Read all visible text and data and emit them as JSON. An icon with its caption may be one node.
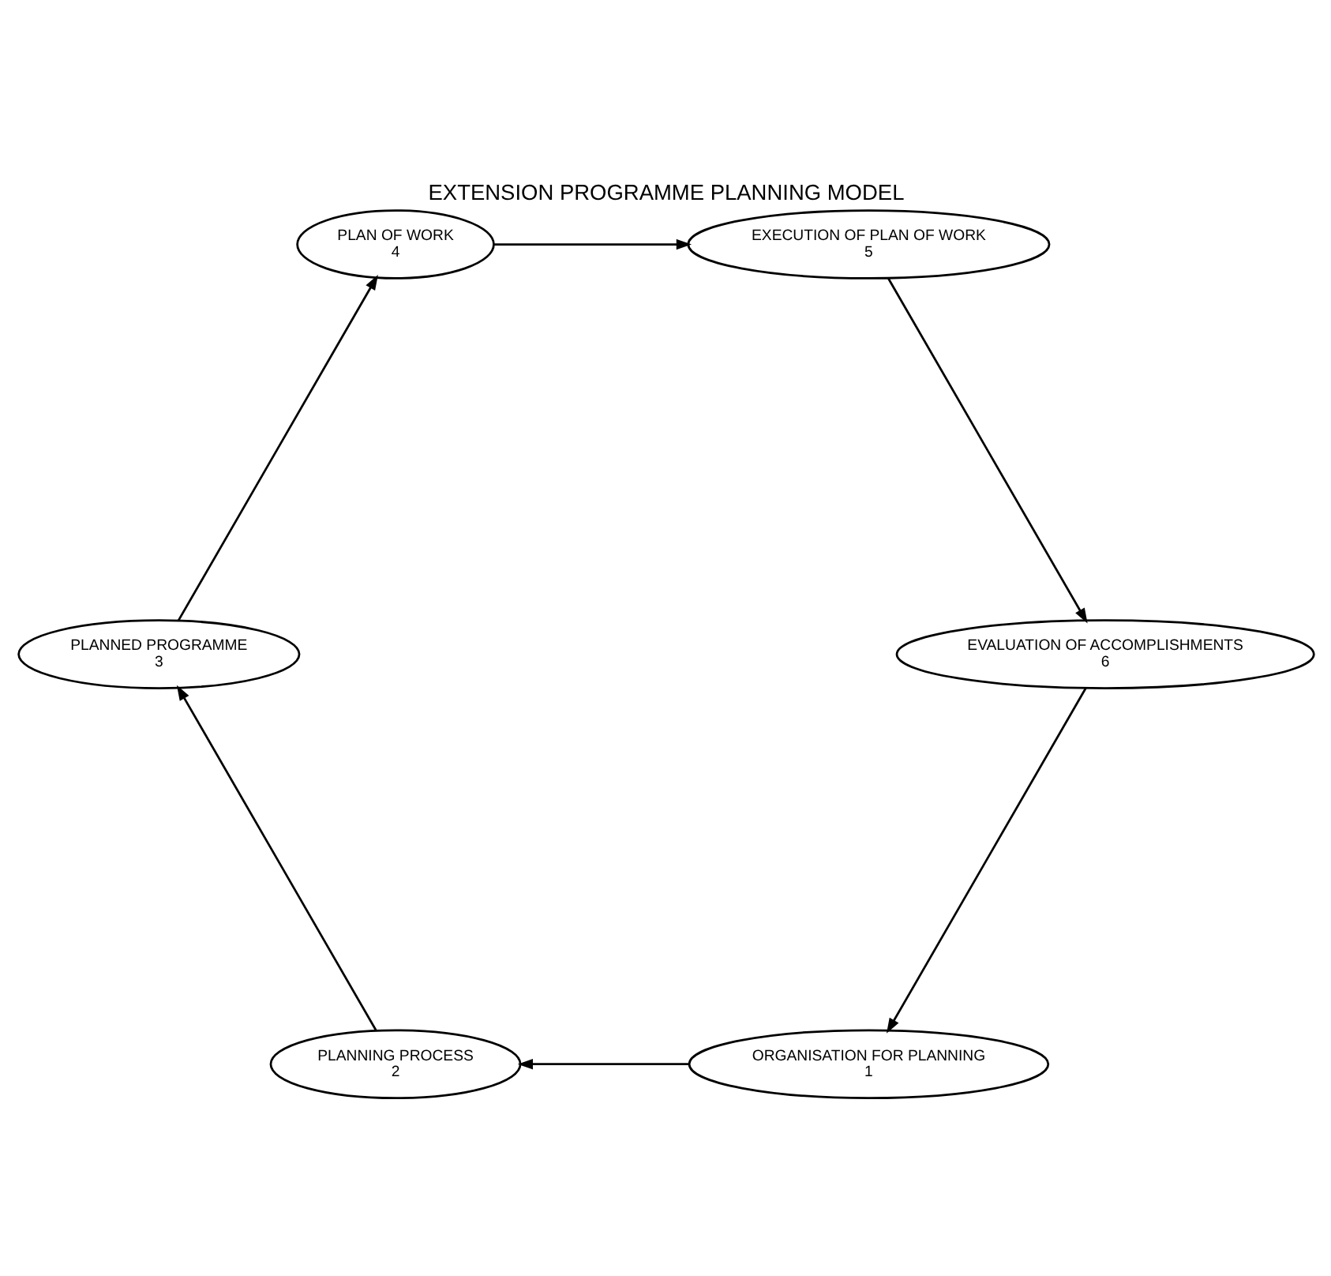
{
  "diagram": {
    "title": "EXTENSION PROGRAMME PLANNING MODEL",
    "nodes": [
      {
        "text": [
          "ORGANISATION FOR PLANNING",
          "1"
        ]
      },
      {
        "text": [
          "PLANNING PROCESS",
          "2"
        ]
      },
      {
        "text": [
          "PLANNED PROGRAMME",
          "3"
        ]
      },
      {
        "text": [
          "PLAN OF WORK",
          "4"
        ]
      },
      {
        "text": [
          "EXECUTION OF PLAN OF WORK",
          "5"
        ]
      },
      {
        "text": [
          "EVALUATION OF ACCOMPLISHMENTS",
          "6"
        ]
      }
    ],
    "edges": [
      {
        "from": 0,
        "to": 1,
        "arrow": "to"
      },
      {
        "from": 1,
        "to": 2,
        "arrow": "to"
      },
      {
        "from": 2,
        "to": 3,
        "arrow": "to"
      },
      {
        "from": 3,
        "to": 4,
        "arrow": "to"
      },
      {
        "from": 4,
        "to": 5,
        "arrow": "to"
      },
      {
        "from": 5,
        "to": 0,
        "arrow": "to"
      }
    ]
  }
}
